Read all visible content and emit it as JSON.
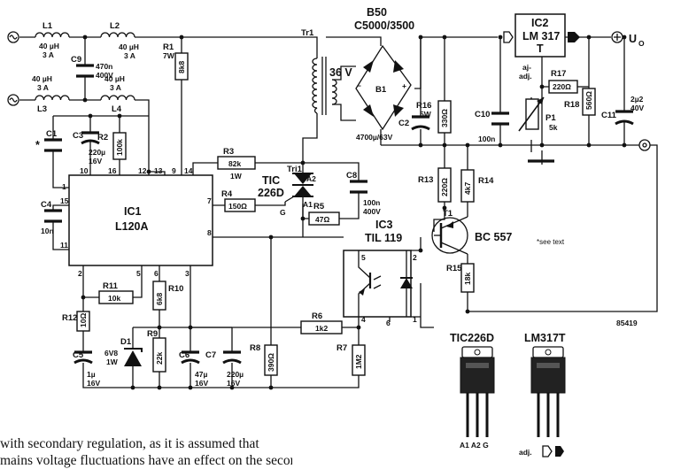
{
  "components": {
    "L1": {
      "ref": "L1",
      "value": "40 µH",
      "rating": "3 A"
    },
    "L2": {
      "ref": "L2",
      "value": "40 µH",
      "rating": "3 A"
    },
    "L3": {
      "ref": "L3",
      "value": "40 µH",
      "rating": "3 A"
    },
    "L4": {
      "ref": "L4",
      "value": "40 µH",
      "rating": "3 A"
    },
    "C9": {
      "ref": "C9",
      "value": "470n",
      "voltage": "400V"
    },
    "R1": {
      "ref": "R1",
      "power": "7W",
      "value": "8k8"
    },
    "Tr1": {
      "ref": "Tr1",
      "voltage": "36 V"
    },
    "B1": {
      "type": "B50",
      "rating": "C5000/3500",
      "ref": "B1"
    },
    "C2": {
      "ref": "C2",
      "value": "4700µ/63V"
    },
    "R16": {
      "ref": "R16",
      "power": "5W",
      "value": "330Ω"
    },
    "C10": {
      "ref": "C10",
      "value": "100n"
    },
    "IC2": {
      "ref": "IC2",
      "type": "LM 317",
      "suffix": "T",
      "adj": "aj-",
      "adj2": "adj."
    },
    "R17": {
      "ref": "R17",
      "value": "220Ω"
    },
    "R18": {
      "ref": "R18",
      "value": "560Ω"
    },
    "P1": {
      "ref": "P1",
      "value": "5k"
    },
    "C11": {
      "ref": "C11",
      "value": "2µ2",
      "voltage": "40V"
    },
    "C1": {
      "ref": "C1",
      "marker": "*"
    },
    "C3": {
      "ref": "C3",
      "value": "220µ",
      "voltage": "16V"
    },
    "R2": {
      "ref": "R2",
      "value": "100k"
    },
    "R3": {
      "ref": "R3",
      "value": "82k",
      "power": "1W"
    },
    "Tri1": {
      "ref": "Tri1",
      "type": "TIC",
      "type2": "226D",
      "a1": "A1",
      "a2": "A2",
      "g": "G"
    },
    "C8": {
      "ref": "C8",
      "value": "100n",
      "voltage": "400V"
    },
    "R4": {
      "ref": "R4",
      "value": "150Ω"
    },
    "R5": {
      "ref": "R5",
      "value": "47Ω"
    },
    "C4": {
      "ref": "C4",
      "value": "10n"
    },
    "IC1": {
      "ref": "IC1",
      "type": "L120A"
    },
    "IC3": {
      "ref": "IC3",
      "type": "TIL 119"
    },
    "R13": {
      "ref": "R13",
      "value": "220Ω"
    },
    "R14": {
      "ref": "R14",
      "value": "4k7"
    },
    "T1": {
      "ref": "T1",
      "type": "BC 557"
    },
    "R15": {
      "ref": "R15",
      "value": "18k"
    },
    "R11": {
      "ref": "R11",
      "value": "10k"
    },
    "R10": {
      "ref": "R10",
      "value": "6k8"
    },
    "R12": {
      "ref": "R12",
      "value": "10Ω"
    },
    "C5": {
      "ref": "C5",
      "value": "1µ",
      "voltage": "16V"
    },
    "D1": {
      "ref": "D1",
      "value": "6V8",
      "power": "1W"
    },
    "R9": {
      "ref": "R9",
      "value": "22k"
    },
    "C6": {
      "ref": "C6",
      "value": "47µ",
      "voltage": "16V"
    },
    "C7": {
      "ref": "C7",
      "value": "220µ",
      "voltage": "16V"
    },
    "R8": {
      "ref": "R8",
      "value": "390Ω"
    },
    "R6": {
      "ref": "R6",
      "value": "1k2"
    },
    "R7": {
      "ref": "R7",
      "value": "1M2"
    }
  },
  "pins": {
    "ic1": [
      "1",
      "10",
      "16",
      "12",
      "13",
      "9",
      "14",
      "15",
      "11",
      "7",
      "8",
      "2",
      "5",
      "6",
      "3"
    ],
    "ic3": [
      "5",
      "2",
      "4",
      "6",
      "1"
    ]
  },
  "labels": {
    "output": "U",
    "output_sub": "O",
    "see_text": "*see text",
    "fig_no": "85419",
    "plus": "+",
    "minus": "−"
  },
  "packages": {
    "tic": {
      "title": "TIC226D",
      "pins": "A1 A2 G"
    },
    "lm": {
      "title": "LM317T",
      "pin": "adj."
    }
  },
  "caption": {
    "line1": "with secondary regulation, as it is assumed that",
    "line2": "mains voltage fluctuations have an effect on the secondary"
  }
}
